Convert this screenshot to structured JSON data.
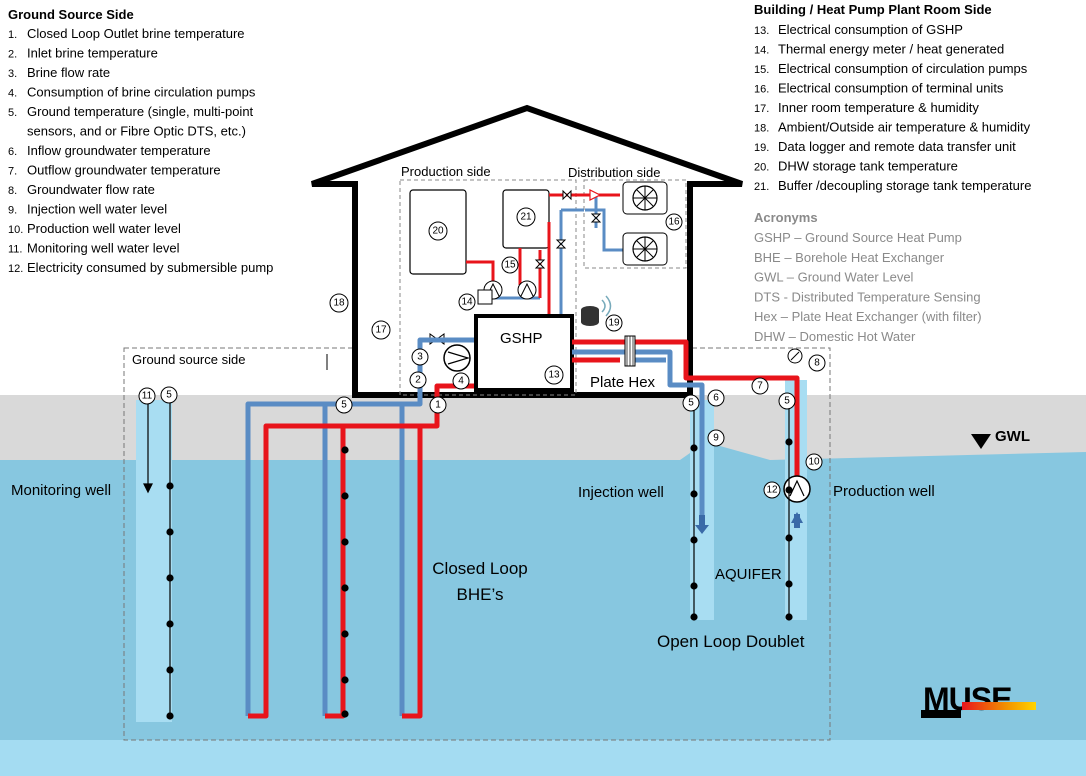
{
  "ground_side": {
    "heading": "Ground Source Side",
    "items": [
      {
        "n": "1.",
        "t": "Closed Loop Outlet brine temperature"
      },
      {
        "n": "2.",
        "t": "Inlet brine temperature"
      },
      {
        "n": "3.",
        "t": "Brine flow rate"
      },
      {
        "n": "4.",
        "t": "Consumption of brine circulation pumps"
      },
      {
        "n": "5.",
        "t": "Ground temperature (single, multi-point"
      },
      {
        "n": "",
        "t": "sensors, and or Fibre Optic DTS, etc.)"
      },
      {
        "n": "6.",
        "t": "Inflow groundwater temperature"
      },
      {
        "n": "7.",
        "t": "Outflow groundwater temperature"
      },
      {
        "n": "8.",
        "t": "Groundwater flow rate"
      },
      {
        "n": "9.",
        "t": "Injection well water level"
      },
      {
        "n": "10.",
        "t": "Production well water level"
      },
      {
        "n": "11.",
        "t": "Monitoring well water level"
      },
      {
        "n": "12.",
        "t": "Electricity consumed by submersible pump"
      }
    ]
  },
  "building_side": {
    "heading": "Building / Heat Pump Plant Room Side",
    "items": [
      {
        "n": "13.",
        "t": "Electrical consumption of GSHP"
      },
      {
        "n": "14.",
        "t": "Thermal energy meter / heat generated"
      },
      {
        "n": "15.",
        "t": "Electrical consumption of circulation pumps"
      },
      {
        "n": "16.",
        "t": "Electrical consumption of terminal units"
      },
      {
        "n": "17.",
        "t": "Inner room temperature & humidity"
      },
      {
        "n": "18.",
        "t": "Ambient/Outside air temperature & humidity"
      },
      {
        "n": "19.",
        "t": "Data logger and remote data transfer unit"
      },
      {
        "n": "20.",
        "t": "DHW storage tank temperature"
      },
      {
        "n": "21.",
        "t": "Buffer /decoupling storage tank temperature"
      }
    ]
  },
  "acronyms": {
    "heading": "Acronyms",
    "items": [
      "GSHP – Ground Source Heat Pump",
      "BHE – Borehole Heat Exchanger",
      "GWL – Ground Water Level",
      "DTS - Distributed Temperature Sensing",
      "Hex – Plate Heat Exchanger (with filter)",
      "DHW – Domestic Hot Water"
    ]
  },
  "labels": {
    "production_side": "Production side",
    "distribution_side": "Distribution side",
    "gshp": "GSHP",
    "plate_hex": "Plate Hex",
    "ground_source_side": "Ground source side",
    "gwl": "GWL",
    "monitoring_well": "Monitoring well",
    "injection_well": "Injection well",
    "production_well": "Production well",
    "closed_loop_1": "Closed Loop",
    "closed_loop_2": "BHE’s",
    "aquifer": "AQUIFER",
    "open_loop": "Open Loop Doublet",
    "logo": "MUSE"
  },
  "sensors": {
    "s1": "1",
    "s2": "2",
    "s3": "3",
    "s4": "4",
    "s5a": "5",
    "s5b": "5",
    "s5c": "5",
    "s5d": "5",
    "s6": "6",
    "s7": "7",
    "s8": "8",
    "s9": "9",
    "s10": "10",
    "s11": "11",
    "s12": "12",
    "s13": "13",
    "s14": "14",
    "s15": "15",
    "s16": "16",
    "s17": "17",
    "s18": "18",
    "s19": "19",
    "s20": "20",
    "s21": "21"
  },
  "colors": {
    "hot_pipe": "#e8141b",
    "cold_pipe": "#5a8cc4",
    "ground": "#d9d9d9",
    "aquifer": "#87c7e0",
    "well": "#a8ddf2"
  }
}
